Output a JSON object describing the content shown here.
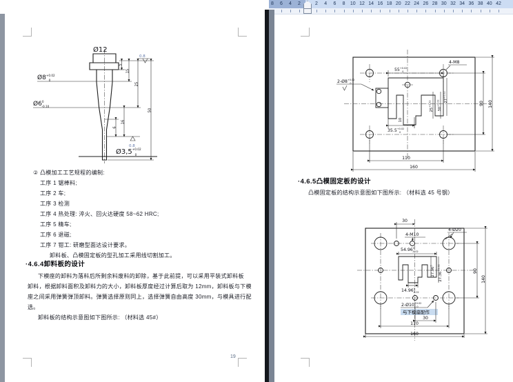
{
  "ruler": {
    "left_numbers": [
      "8",
      "6",
      "4",
      "2"
    ],
    "right_numbers": [
      "2",
      "4",
      "6",
      "8",
      "10",
      "12",
      "14",
      "16",
      "18",
      "20",
      "22",
      "24",
      "26",
      "28",
      "30",
      "32",
      "34",
      "36",
      "38",
      "40",
      "42"
    ]
  },
  "left_page": {
    "punch_drawing": {
      "d12": "Ø12",
      "d8": {
        "b": "Ø8",
        "s": "+0.02",
        "i": "0"
      },
      "d6": {
        "b": "Ø6",
        "s": "0",
        "i": "-0.10"
      },
      "d35": {
        "b": "Ø3,5",
        "s": "+0.02",
        "i": "0"
      },
      "dim_5": "5",
      "dim_15": "15",
      "dim_25": "25",
      "dim_50": "50",
      "dim_6": "6",
      "dim_16": "16",
      "ra_top": "0.8",
      "ra_bottom": "0.8"
    },
    "process": {
      "intro": "② 凸模加工工艺规程的编制: ",
      "steps": [
        "工序 1  锯棒料; ",
        "工序 2  车; ",
        "工序 3  检测",
        "工序 4  热处理: 淬火、回火达硬度 58~62 HRC; ",
        "工序 5  精车; ",
        "工序 6  退磁; ",
        "工序 7  钳工: 研磨型面达设计要求。"
      ],
      "note": "卸料板、凸模固定板的型孔加工采用线切割加工。"
    },
    "section_4_6_4": {
      "heading": "·4.6.4卸料板的设计",
      "body_lines": [
        "下模座的卸料为落料后所剩余料废料的卸除，基于此前提，可以采用平装式卸料板",
        "卸料，根据卸料面积及卸料力的大小，卸料板厚度经过计算后取为 12mm，卸料板与下模",
        "座之间采用弹簧弹顶卸料。弹簧选择原则同上，选择弹簧自由高度 30mm，与模具进行配",
        "选。"
      ],
      "caption": "卸料板的结构示意图如下图所示: （材料选 45#）"
    },
    "page_number": "19"
  },
  "right_page": {
    "stripper_drawing": {
      "d55": {
        "b": "55",
        "s": "+0.02",
        "i": "0"
      },
      "d355": {
        "b": "35.5",
        "s": "+0.02",
        "i": "0"
      },
      "d2x8": {
        "b": "2-Ø8",
        "s": "+0.02",
        "i": "0"
      },
      "d25": {
        "b": "25",
        "s": "+0.02",
        "i": "0"
      },
      "d30": {
        "b": "30",
        "s": "+0.02",
        "i": "0"
      },
      "d27": {
        "b": "27",
        "s": "+0.02",
        "i": "0"
      },
      "m8": "4-M8",
      "dim_10": "10",
      "dim_110": "110",
      "dim_160": "160",
      "dim_90": "90",
      "dim_140": "140"
    },
    "section_4_6_5": {
      "heading": "·4.6.5凸模固定板的设计",
      "caption": "凸模固定板的结构示意图如下图所示: （材料选 45 号钢）"
    },
    "fixplate_drawing": {
      "d5496": {
        "b": "54.96",
        "s": "0",
        "i": "-0.02"
      },
      "d1496": {
        "b": "14.96",
        "s": "0",
        "i": "-0.02"
      },
      "d2796": {
        "b": "27.96",
        "s": "0",
        "i": "-0.02"
      },
      "d2736": {
        "b": "27.36",
        "s": "+0.02",
        "i": "0"
      },
      "m10": "4-M10",
      "d20": "4-Ø20",
      "d2x10": {
        "b": "2-Ø10",
        "s": "+0.02",
        "i": "0"
      },
      "match_note": "与下模座配作",
      "dim_30_top": "30",
      "dim_30_bottom": "30",
      "dim_110": "110",
      "dim_160": "160",
      "dim_90": "90",
      "dim_140": "140"
    }
  }
}
